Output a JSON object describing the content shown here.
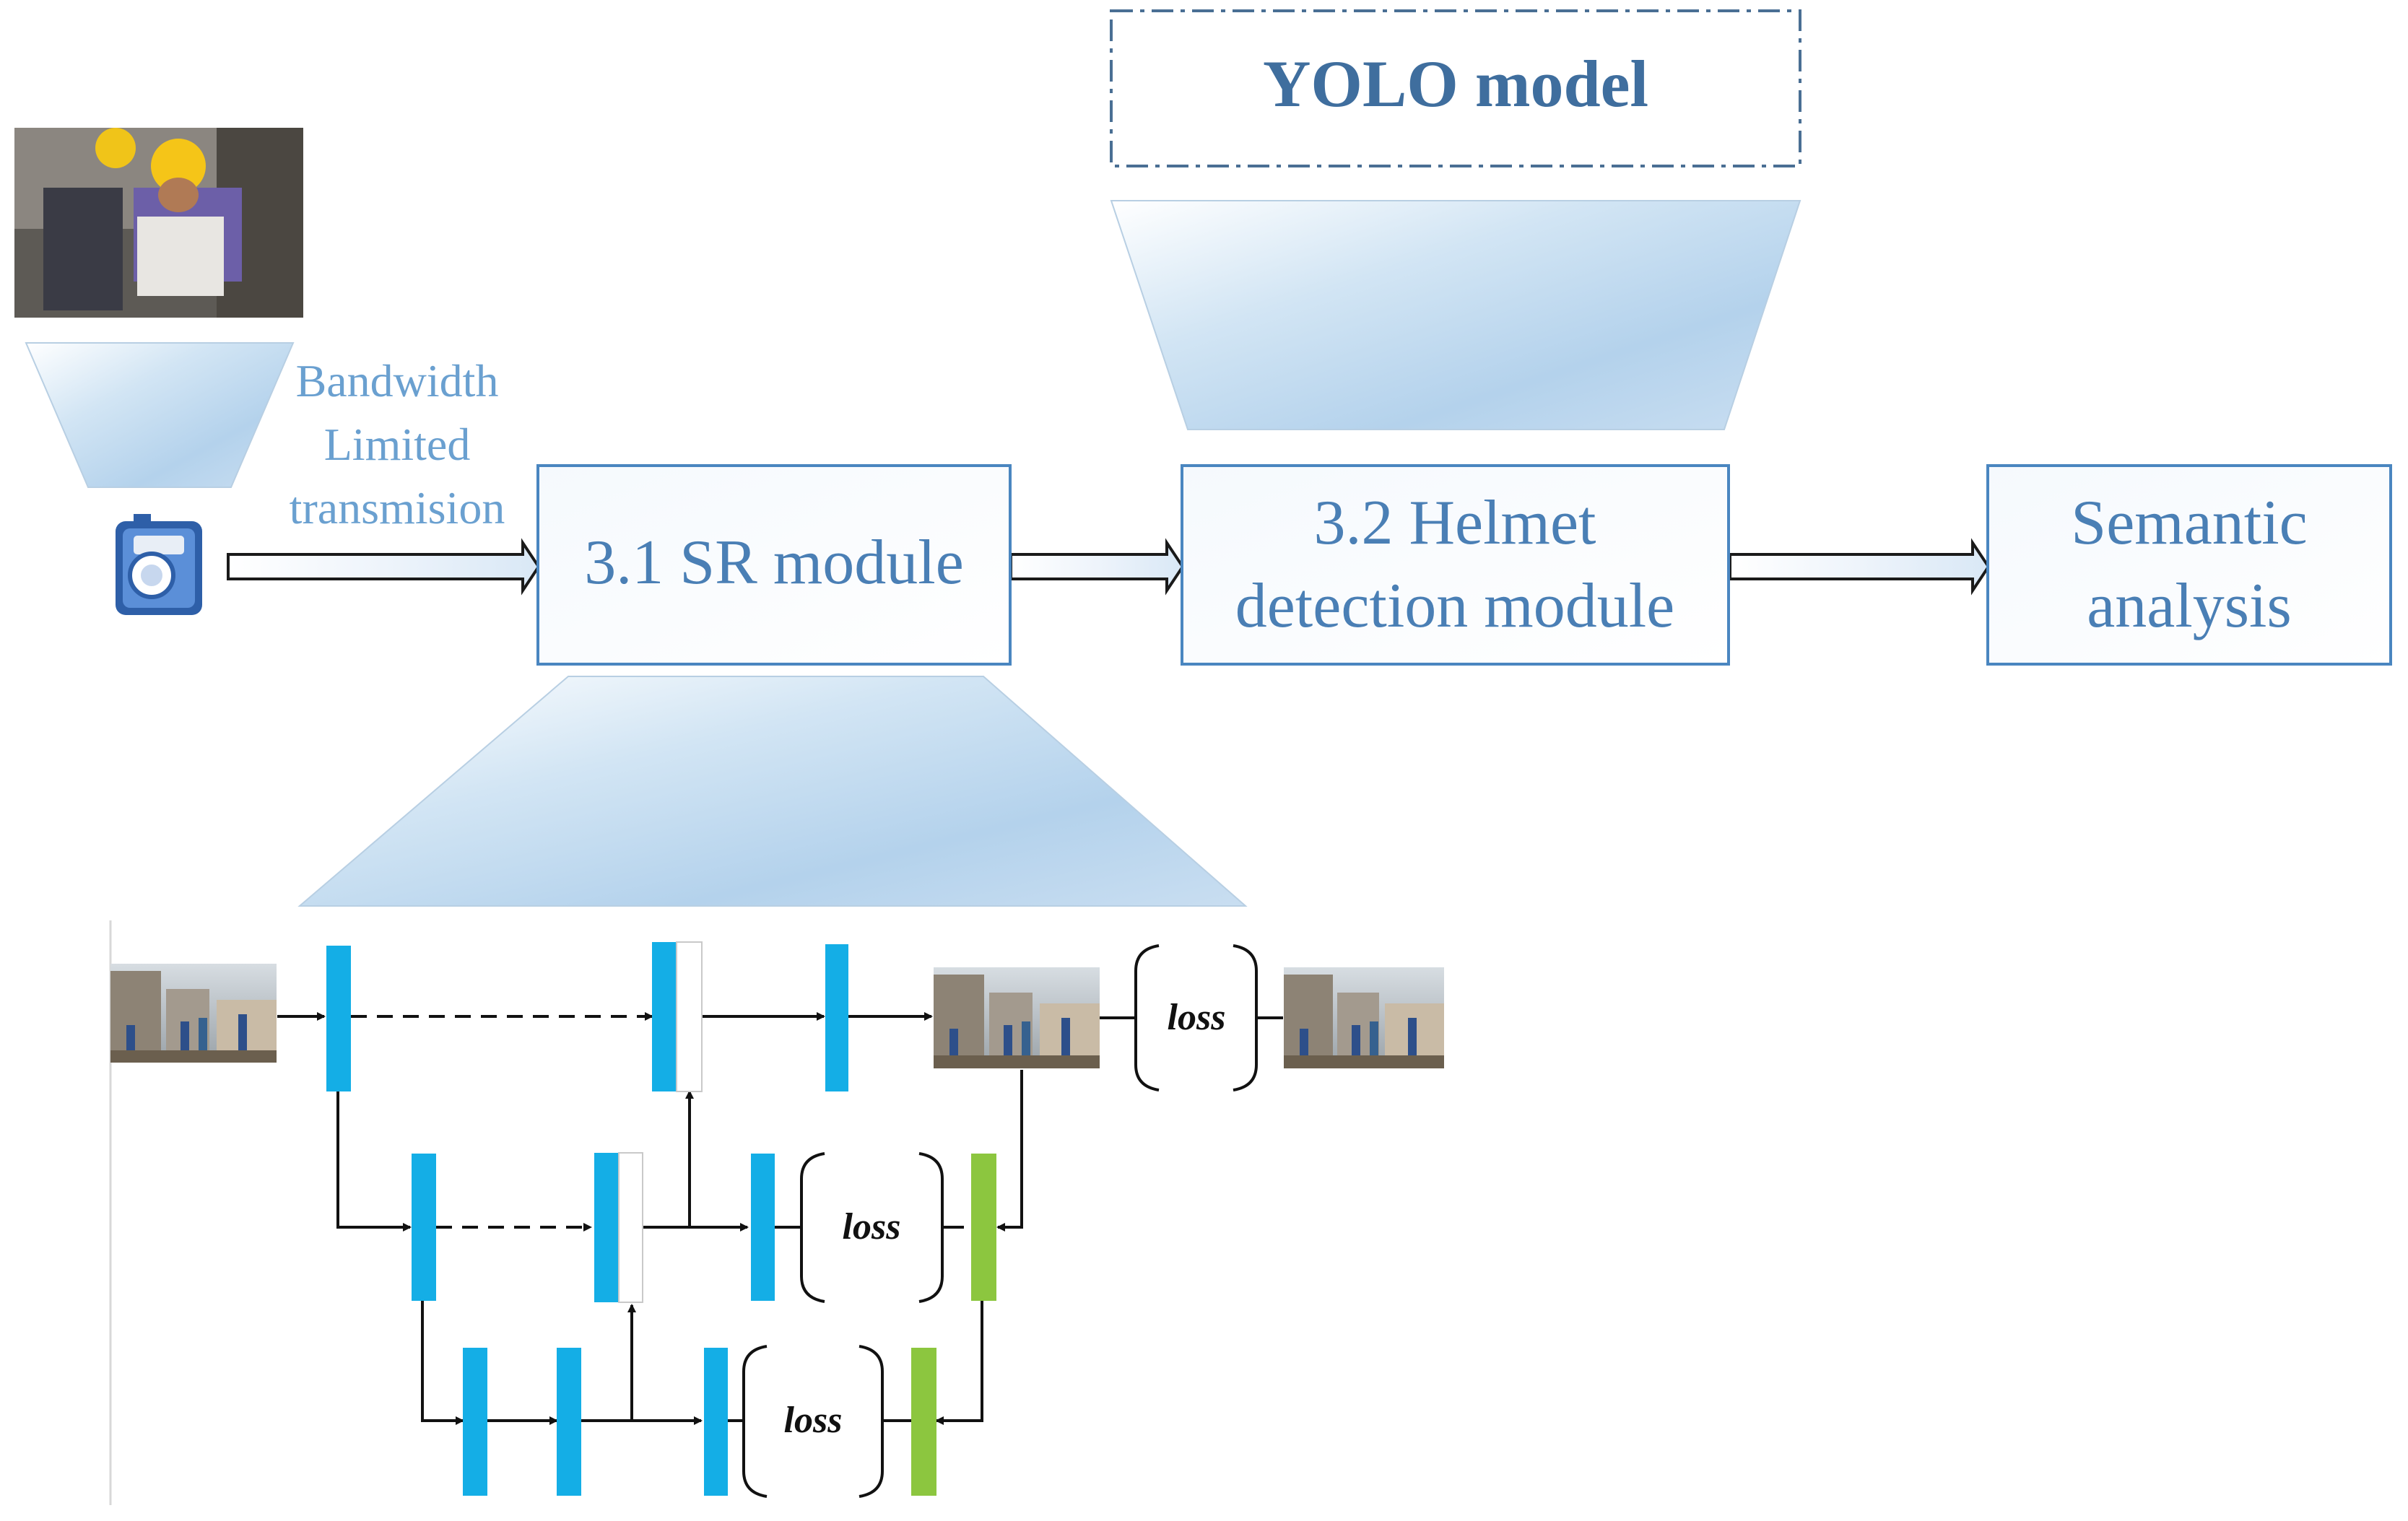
{
  "yolo": {
    "label": "YOLO model"
  },
  "bandwidth": {
    "line1": "Bandwidth",
    "line2": "Limited",
    "line3": "transmision"
  },
  "sr_module": {
    "label": "3.1 SR module"
  },
  "helmet_module": {
    "line1": "3.2 Helmet",
    "line2": "detection module"
  },
  "semantic": {
    "line1": "Semantic",
    "line2": "analysis"
  },
  "loss_labels": {
    "top": "loss",
    "middle": "loss",
    "bottom": "loss"
  },
  "colors": {
    "box_border": "#4a86c0",
    "box_text": "#4a7fb5",
    "layer_blue": "#14aee6",
    "layer_green": "#8cc63f",
    "trapezoid_fill": "#c3dcf0"
  }
}
